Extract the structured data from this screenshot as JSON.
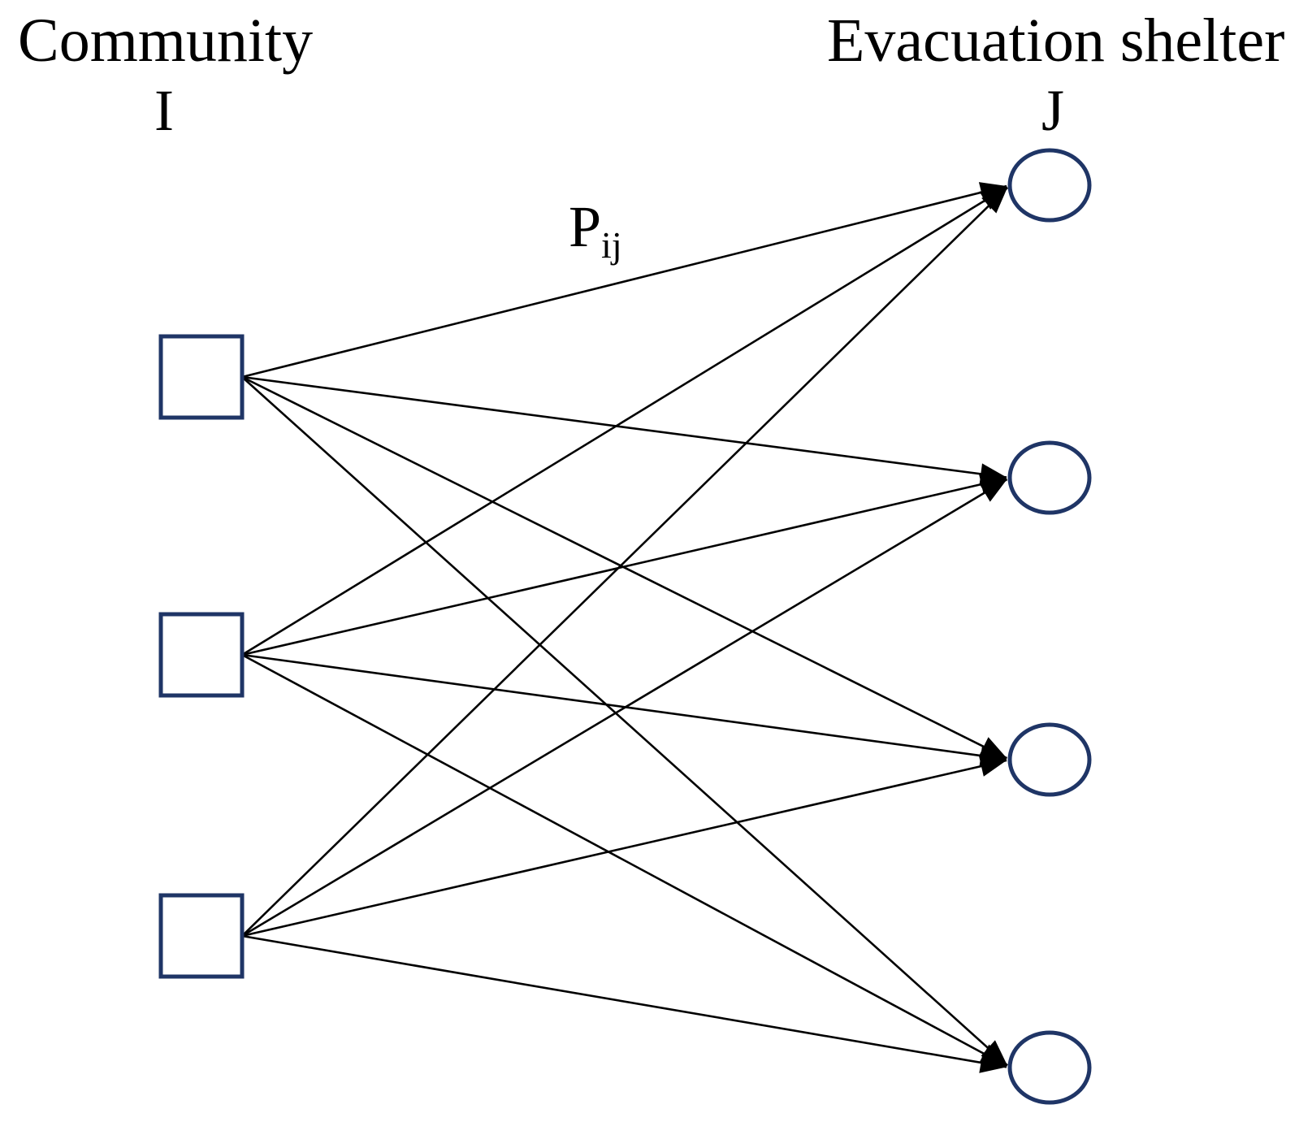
{
  "labels": {
    "community_heading": "Community",
    "community_set": "I",
    "shelter_heading": "Evacuation shelter",
    "shelter_set": "J",
    "edge_label_main": "P",
    "edge_label_sub": "ij"
  },
  "graph": {
    "communities": [
      "c1",
      "c2",
      "c3"
    ],
    "shelters": [
      "s1",
      "s2",
      "s3",
      "s4"
    ],
    "edges": [
      {
        "from": 0,
        "to": 0
      },
      {
        "from": 0,
        "to": 1
      },
      {
        "from": 0,
        "to": 2
      },
      {
        "from": 0,
        "to": 3
      },
      {
        "from": 1,
        "to": 0
      },
      {
        "from": 1,
        "to": 1
      },
      {
        "from": 1,
        "to": 2
      },
      {
        "from": 1,
        "to": 3
      },
      {
        "from": 2,
        "to": 0
      },
      {
        "from": 2,
        "to": 1
      },
      {
        "from": 2,
        "to": 2
      },
      {
        "from": 2,
        "to": 3
      }
    ]
  },
  "colors": {
    "node_stroke": "#1f3566",
    "edge": "#000000",
    "text": "#000000"
  }
}
